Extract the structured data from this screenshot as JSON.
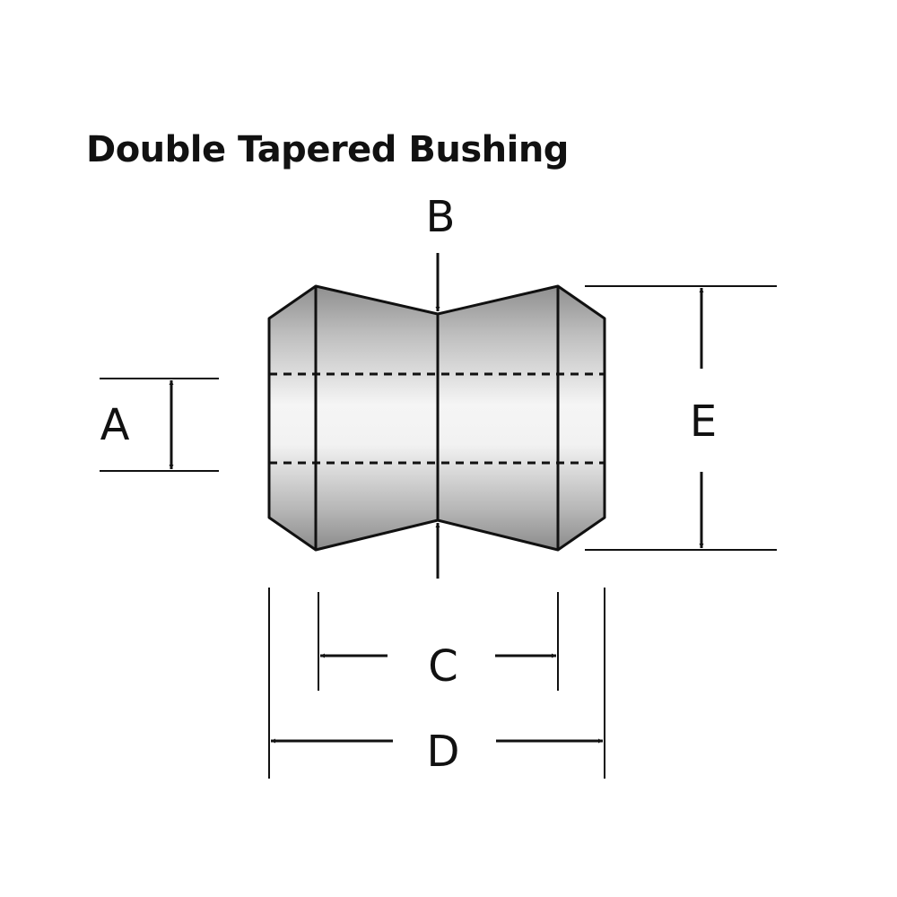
{
  "title": "Double Tapered Bushing",
  "labels": {
    "a": "A",
    "b": "B",
    "c": "C",
    "d": "D",
    "e": "E"
  },
  "colors": {
    "ink": "#111111",
    "body_light": "#f4f4f4",
    "body_shade": "#8c8c8c"
  }
}
